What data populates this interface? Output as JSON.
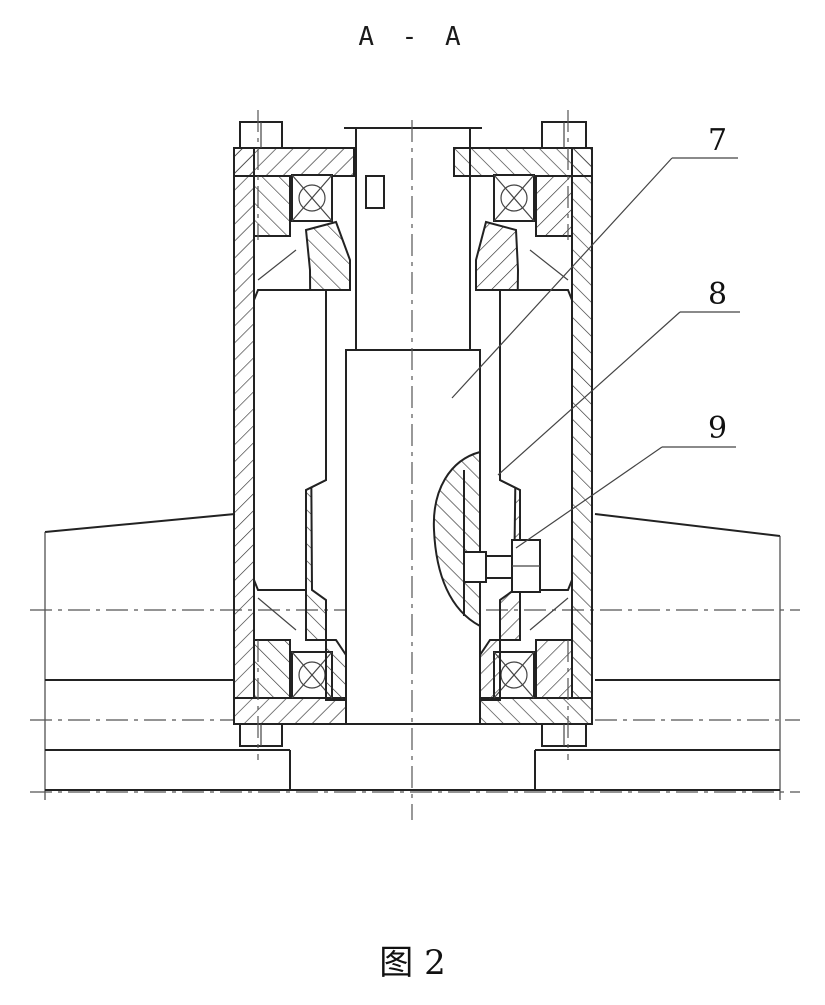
{
  "section_label": "A - A",
  "figure_caption": "图 2",
  "callouts": [
    {
      "id": "7",
      "label": "7"
    },
    {
      "id": "8",
      "label": "8"
    },
    {
      "id": "9",
      "label": "9"
    }
  ],
  "colors": {
    "line": "#222222",
    "background": "#ffffff"
  }
}
